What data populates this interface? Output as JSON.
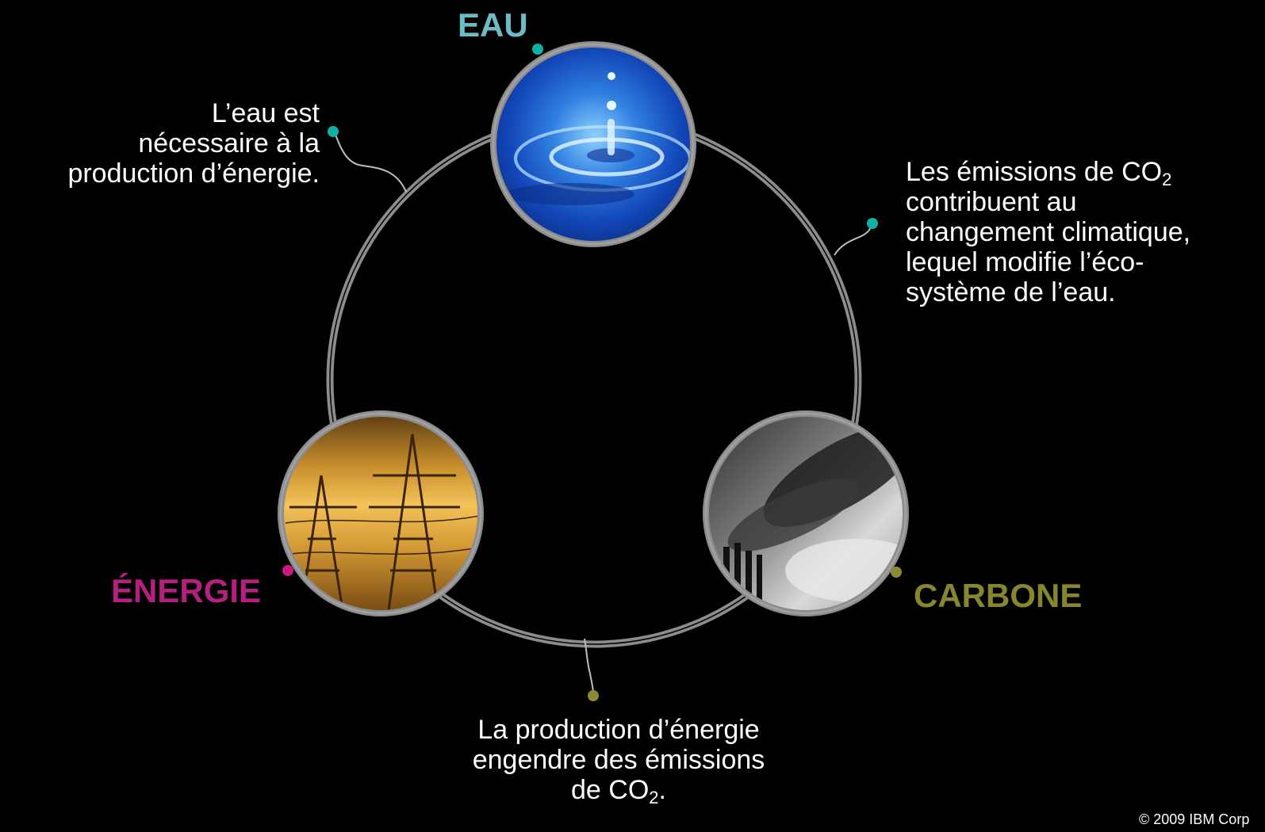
{
  "nodes": {
    "eau": {
      "label": "EAU",
      "color": "#6cbcc6",
      "dot_color": "#11b0a4"
    },
    "energie": {
      "label": "ÉNERGIE",
      "color": "#b51f7f",
      "dot_color": "#c81a7c"
    },
    "carbone": {
      "label": "CARBONE",
      "color": "#87852e",
      "dot_color": "#8e8a34"
    }
  },
  "descriptions": {
    "eau_energie": {
      "line1": "L’eau est",
      "line2": "nécessaire à la",
      "line3": "production d’énergie."
    },
    "carbone_eau": {
      "line1_main": "Les émissions  de CO",
      "line1_sub": "2",
      "line2": "contribuent au",
      "line3": "changement climatique,",
      "line4": "lequel modifie l’éco-",
      "line5": "système de l’eau."
    },
    "energie_carbone": {
      "line1": "La production d’énergie",
      "line2": "engendre des émissions",
      "line3_main": "de CO",
      "line3_sub": "2",
      "line3_end": "."
    }
  },
  "images": {
    "eau": "water-drop-image",
    "energie": "power-pylons-image",
    "carbone": "smokestack-pollution-image"
  },
  "colors": {
    "background": "#000000",
    "ring": "#8c8c8c",
    "ring_border": "#a8a8a8"
  },
  "footer": {
    "copyright": "© 2009 IBM Corp"
  }
}
